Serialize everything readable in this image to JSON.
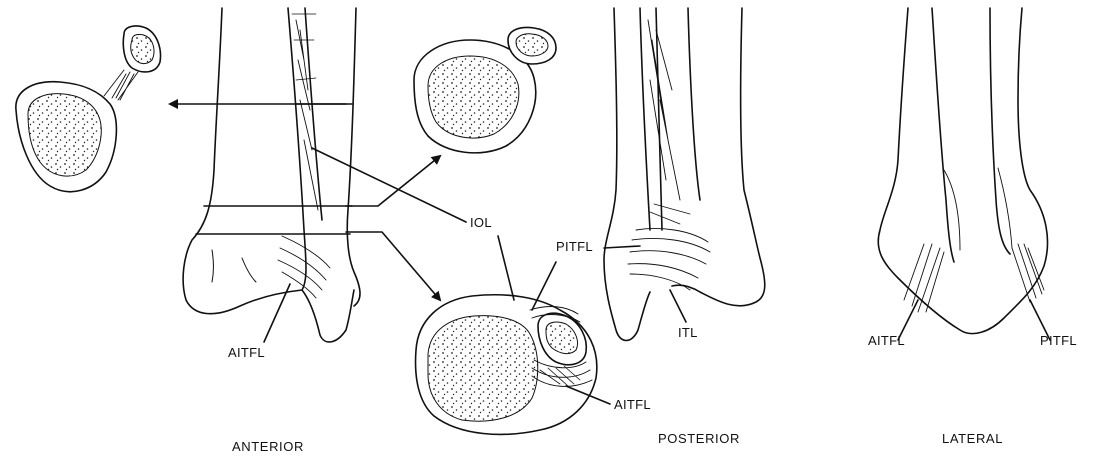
{
  "labels": {
    "iol": "IOL",
    "pitfl_center": "PITFL",
    "aitfl_anterior": "AITFL",
    "itl": "ITL",
    "aitfl_section": "AITFL",
    "aitfl_lateral": "AITFL",
    "pitfl_lateral": "PITFL"
  },
  "views": {
    "anterior": "ANTERIOR",
    "posterior": "POSTERIOR",
    "lateral": "LATERAL"
  },
  "colors": {
    "ink": "#111111",
    "paper": "#ffffff"
  }
}
